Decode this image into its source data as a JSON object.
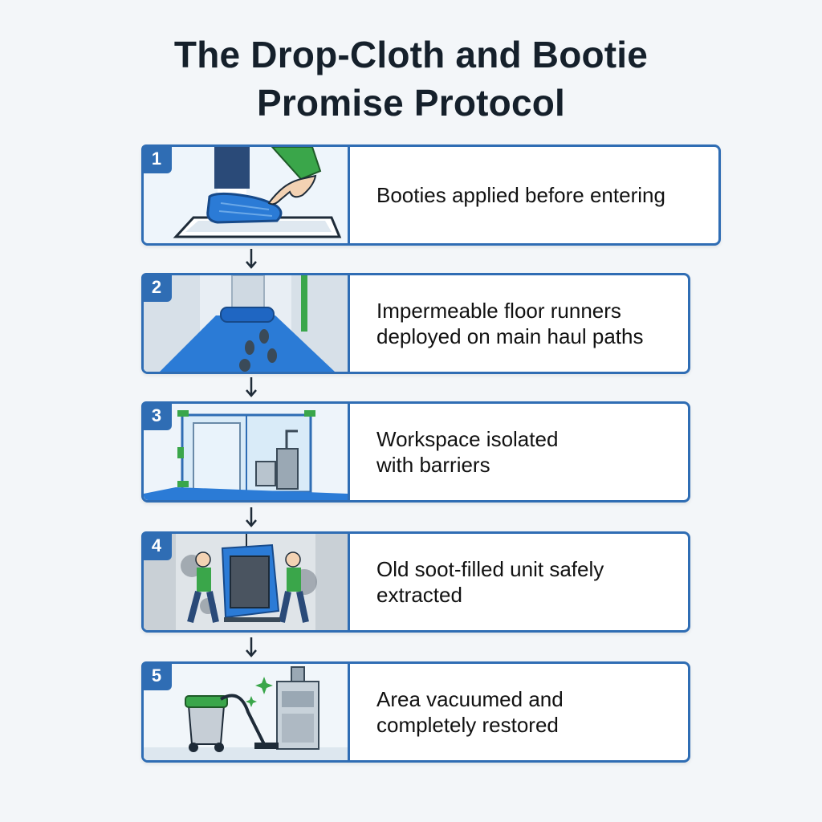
{
  "title": {
    "line1": "The Drop-Cloth and Bootie",
    "line2": "Promise Protocol"
  },
  "steps": [
    {
      "number": "1",
      "text": "Booties applied before entering",
      "icon": "bootie-icon"
    },
    {
      "number": "2",
      "text": "Impermeable floor runners\ndeployed on main haul paths",
      "icon": "floor-runner-icon"
    },
    {
      "number": "3",
      "text": "Workspace isolated\nwith barriers",
      "icon": "barrier-icon"
    },
    {
      "number": "4",
      "text": "Old soot-filled unit safely\nextracted",
      "icon": "extraction-icon"
    },
    {
      "number": "5",
      "text": "Area vacuumed and\ncompletely restored",
      "icon": "vacuum-icon"
    }
  ],
  "colors": {
    "accent": "#2f6db4",
    "runner_blue": "#2b7bd6",
    "green": "#3aa64a",
    "title": "#15202b"
  }
}
